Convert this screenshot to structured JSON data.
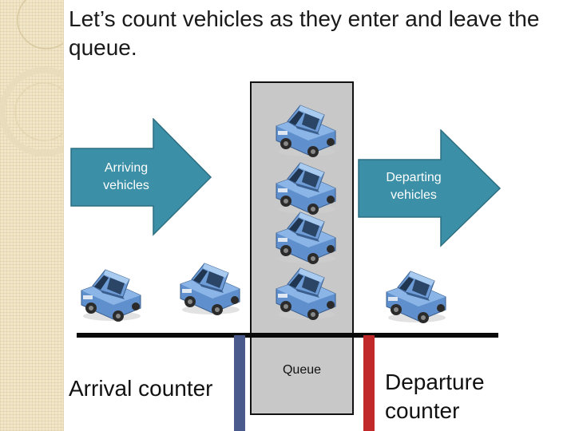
{
  "slide": {
    "title": "Let’s count vehicles as they enter and leave the queue."
  },
  "arrows": {
    "arriving_label": "Arriving vehicles",
    "departing_label": "Departing vehicles",
    "color": "#3b8fa6"
  },
  "queue": {
    "label": "Queue",
    "fill": "#c8c8c8"
  },
  "counters": {
    "arrival_label": "Arrival counter",
    "departure_label": "Departure counter",
    "arrival_color": "#4a5a8c",
    "departure_color": "#c0282a"
  },
  "icons": {
    "vehicle": "car-icon"
  }
}
